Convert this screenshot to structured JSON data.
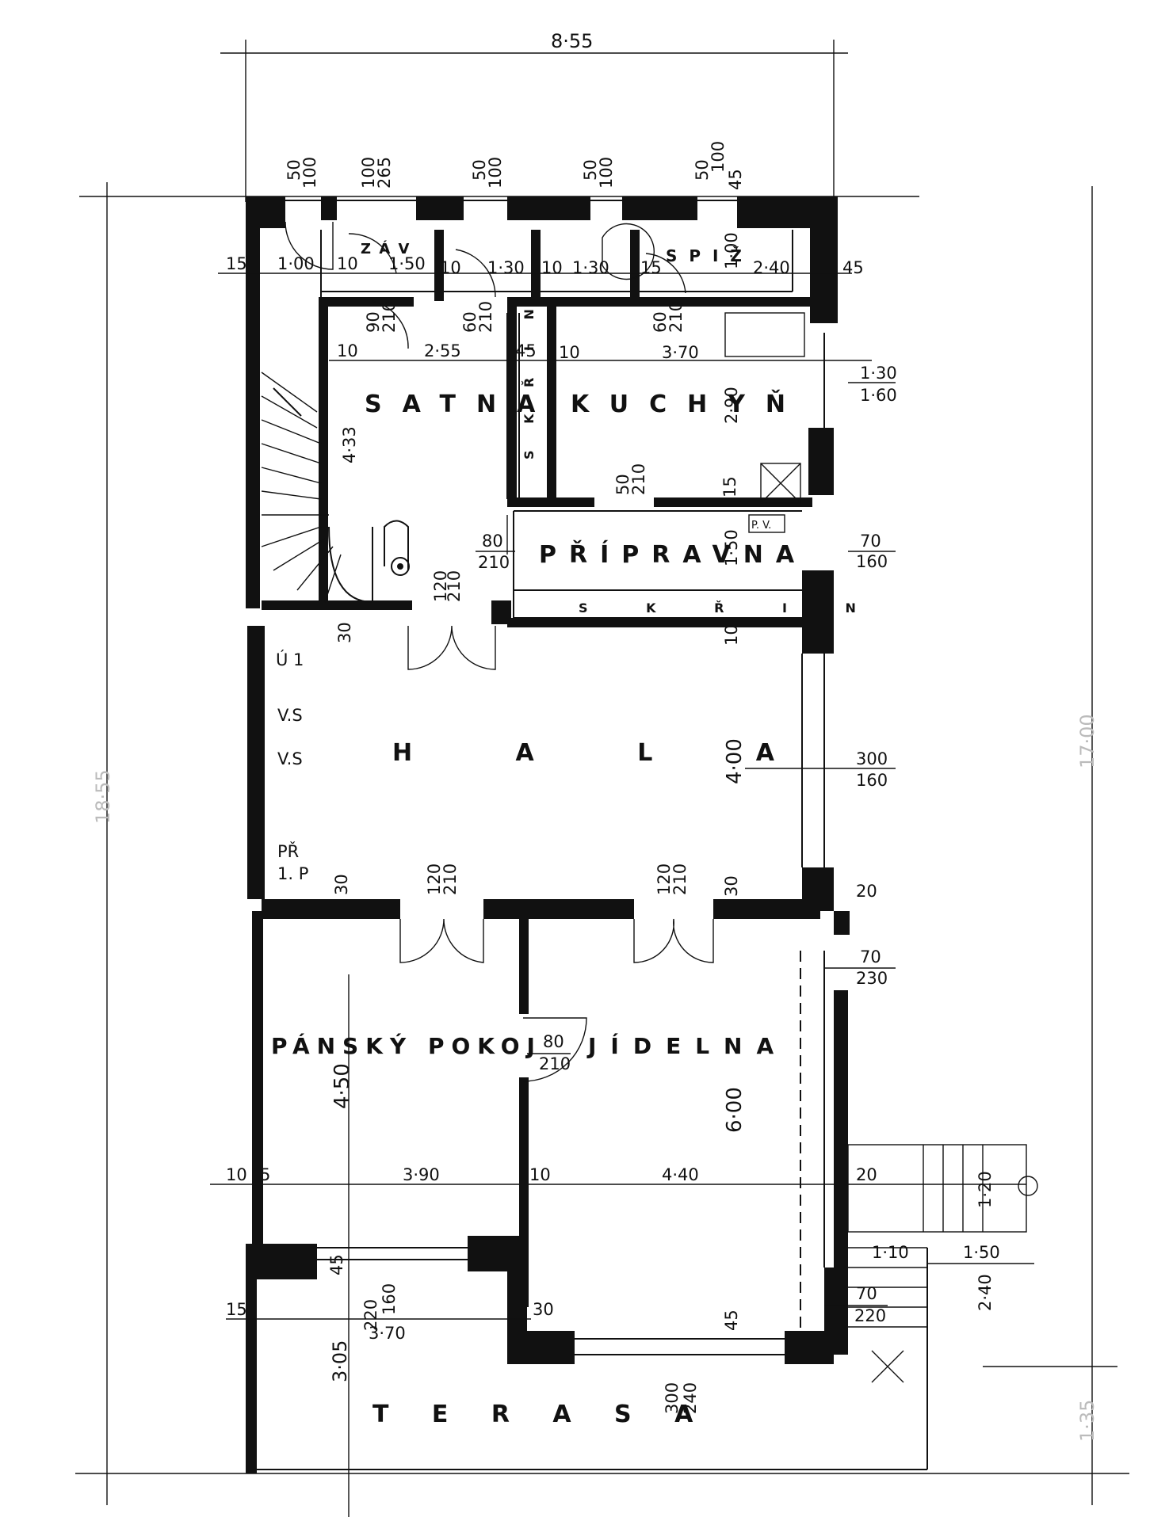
{
  "rooms": {
    "zachod": "Z Á V",
    "spiz": "S P I Ž",
    "satna": "SATNA",
    "kuchyn": "KUCHYŇ",
    "pripravna": "PŘÍPRAVNA",
    "skrin_upper": "S K Ř I N",
    "skrin_lower": "S K Ř I N",
    "hala": "H A L A",
    "pansky_pokoj": "PÁNSKÝ POKOJ",
    "jidelna": "JÍDELNA",
    "terasa": "T E R A S A"
  },
  "overall": {
    "width": "8·55",
    "depth": "18·55",
    "right_total": "17·00",
    "terrace_depth": "1·35"
  },
  "marks": {
    "u1": "Ú 1",
    "vs1": "V.S",
    "vs2": "V.S",
    "pr": "PŘ",
    "p1": "1. P",
    "pv": "P. V."
  },
  "windows_top": [
    {
      "a": "50",
      "b": "100"
    },
    {
      "a": "100",
      "b": "265"
    },
    {
      "a": "50",
      "b": "100"
    },
    {
      "a": "50",
      "b": "100"
    },
    {
      "a": "50",
      "b": "100"
    }
  ],
  "dims": {
    "d15a": "15",
    "d100": "1·00",
    "d10a": "10",
    "d150a": "1·50",
    "d10b": "10",
    "d130a": "1·30",
    "d10c": "10",
    "d130b": "1·30",
    "d15b": "15",
    "d100b": "1·00",
    "d240a": "2·40",
    "d45a": "45",
    "d45b": "45",
    "door_satna_a": "90",
    "door_satna_b": "210",
    "door_k1_a": "60",
    "door_k1_b": "210",
    "door_k2_a": "60",
    "door_k2_b": "210",
    "d10d": "10",
    "d255": "2·55",
    "d45c": "45",
    "d10e": "10",
    "d370": "3·70",
    "win_k_a": "1·30",
    "win_k_b": "1·60",
    "d433": "4·33",
    "d290": "2·90",
    "d50": "50",
    "d210": "210",
    "d15c": "15",
    "door_p_a": "80",
    "door_p_b": "210",
    "d150b": "1·50",
    "win_p_a": "70",
    "win_p_b": "160",
    "door_hala_a": "120",
    "door_hala_b": "210",
    "d30a": "30",
    "d10f": "10",
    "d400": "4·00",
    "win_h_a": "300",
    "win_h_b": "160",
    "d30b": "30",
    "door_pp_a": "120",
    "door_pp_b": "210",
    "door_j_a": "120",
    "door_j_b": "210",
    "d30c": "30",
    "d20a": "20",
    "win_j_a": "70",
    "win_j_b": "230",
    "d450": "4·50",
    "door_i_a": "80",
    "door_i_b": "210",
    "d600": "6·00",
    "d10g": "10",
    "d5": "5",
    "d390": "3·90",
    "d10h": "10",
    "d440": "4·40",
    "d20b": "20",
    "d120": "1·20",
    "d110": "1·10",
    "d150c": "1·50",
    "d45d": "45",
    "win_pp_a": "220",
    "win_pp_b": "160",
    "d15d": "15",
    "d370b": "3·70",
    "d30d": "30",
    "d240b": "2·40",
    "win_e_a": "70",
    "win_e_b": "220",
    "d305": "3·05",
    "d45e": "45",
    "win_t_a": "300",
    "win_t_b": "240"
  }
}
